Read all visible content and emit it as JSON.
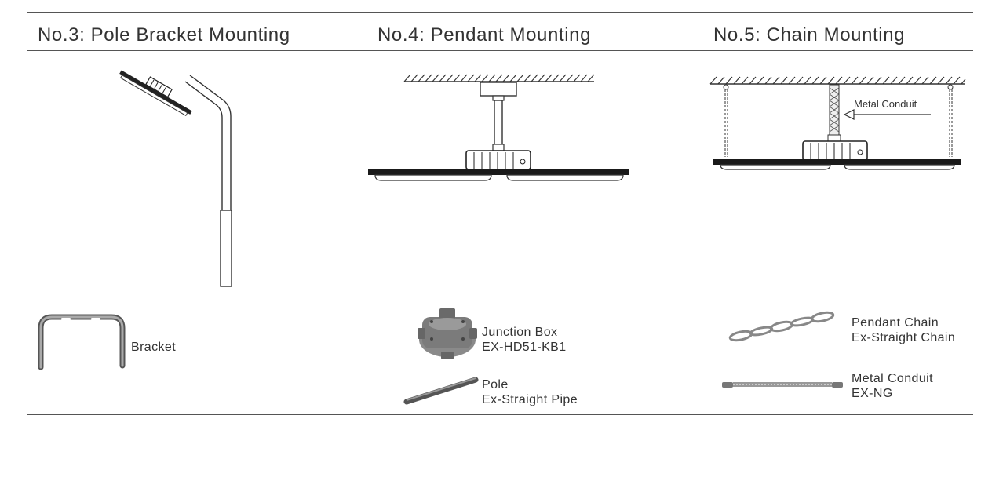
{
  "columns": [
    {
      "title": "No.3: Pole Bracket Mounting"
    },
    {
      "title": "No.4: Pendant Mounting"
    },
    {
      "title": "No.5: Chain Mounting",
      "callout": "Metal Conduit"
    }
  ],
  "accessories": {
    "bracket": {
      "label": "Bracket"
    },
    "junction_box": {
      "line1": "Junction Box",
      "line2": "EX-HD51-KB1"
    },
    "pole": {
      "line1": "Pole",
      "line2": "Ex-Straight Pipe"
    },
    "pendant_chain": {
      "line1": "Pendant Chain",
      "line2": "Ex-Straight Chain"
    },
    "metal_conduit": {
      "line1": "Metal Conduit",
      "line2": "EX-NG"
    }
  }
}
